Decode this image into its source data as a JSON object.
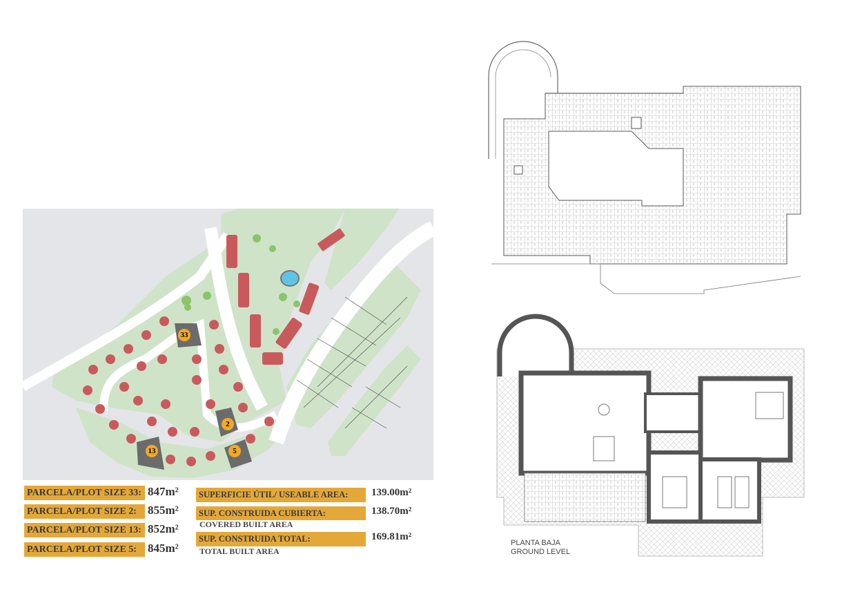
{
  "site_plan": {
    "markers": [
      {
        "label": "33"
      },
      {
        "label": "2"
      },
      {
        "label": "13"
      },
      {
        "label": "5"
      }
    ],
    "colors": {
      "land": "#cfe3c8",
      "background": "#e4e5e8",
      "road": "#ffffff",
      "house": "#c95a5c",
      "selected_plot": "#6b6b6b",
      "marker": "#f0a928",
      "pool": "#5fc3e6"
    }
  },
  "plot_sizes": [
    {
      "label": "PARCELA/PLOT SIZE 33:",
      "value": "847m²"
    },
    {
      "label": "PARCELA/PLOT SIZE 2:",
      "value": "855m²"
    },
    {
      "label": "PARCELA/PLOT SIZE 13:",
      "value": "852m²"
    },
    {
      "label": "PARCELA/PLOT SIZE 5:",
      "value": "845m²"
    }
  ],
  "areas": [
    {
      "label": "SUPERFICIE ÚTIL/ USEABLE AREA:",
      "value": "139.00m²",
      "sub": ""
    },
    {
      "label": "SUP. CONSTRUIDA CUBIERTA:",
      "value": "138.70m²",
      "sub": "COVERED BUILT AREA"
    },
    {
      "label": "SUP. CONSTRUIDA TOTAL:",
      "value": "169.81m²",
      "sub": "TOTAL BUILT AREA"
    }
  ],
  "floor_plan": {
    "label_line1": "PLANTA BAJA",
    "label_line2": "GROUND LEVEL",
    "accent": "#e4a839"
  }
}
